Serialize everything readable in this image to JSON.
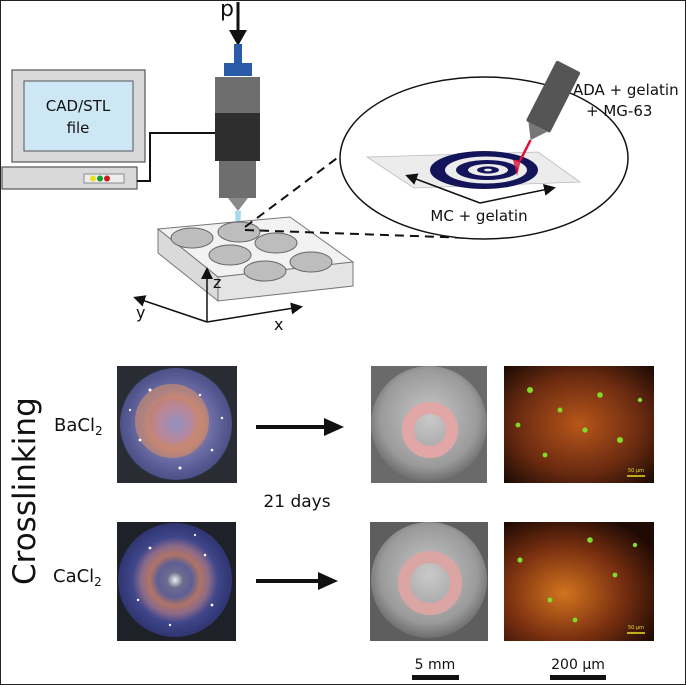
{
  "printer": {
    "pressure_label": "p",
    "computer_label_line1": "CAD/STL",
    "computer_label_line2": "file",
    "axis_x": "x",
    "axis_y": "y",
    "axis_z": "z"
  },
  "zoom": {
    "ink_line1": "ADA + gelatin",
    "ink_line2": "+ MG-63",
    "support_label": "MC + gelatin"
  },
  "crosslinking": {
    "title": "Crosslinking",
    "row1_agent": "BaCl",
    "row1_sub": "2",
    "row2_agent": "CaCl",
    "row2_sub": "2",
    "duration": "21 days",
    "scalebar_photo": "5 mm",
    "scalebar_micro": "200 µm",
    "micro_inner_scale": "50 µm"
  },
  "colors": {
    "spiral": "#14145a",
    "needle_tip": "#e0103a",
    "screen": "#cde7f5",
    "printhead_dark": "#2e2e2e",
    "printhead_gray": "#6e6e6e"
  }
}
